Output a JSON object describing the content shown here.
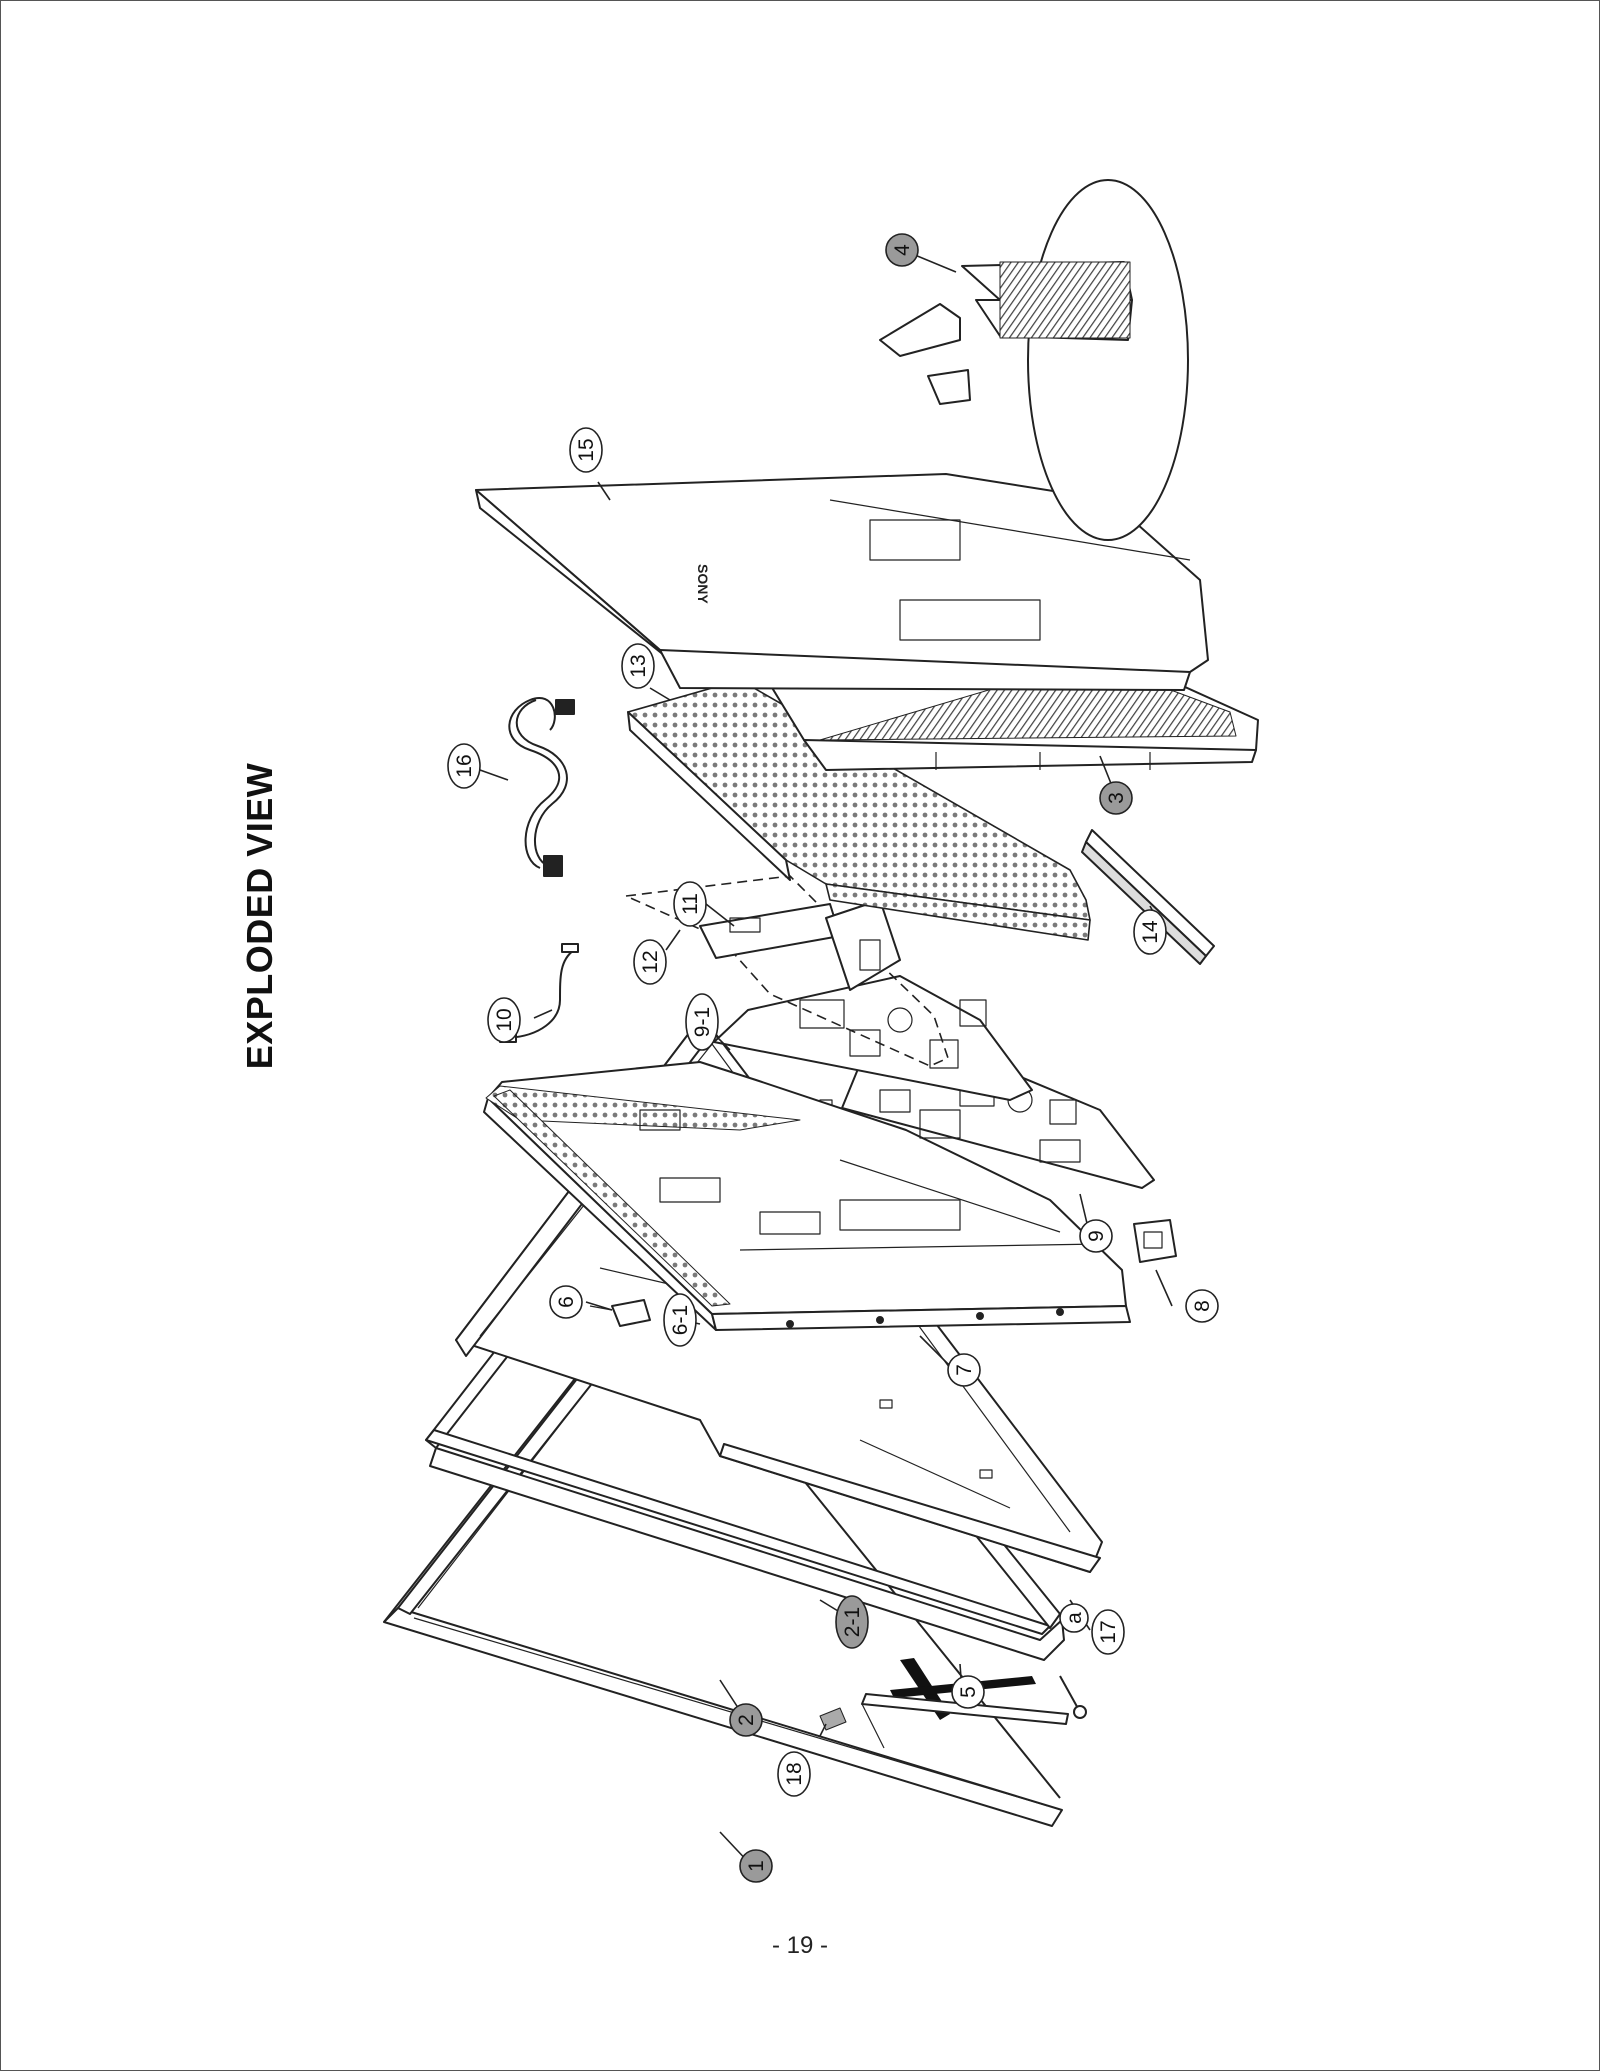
{
  "page": {
    "title": "EXPLODED VIEW",
    "page_number": "- 19 -"
  },
  "callouts": [
    {
      "label": "1",
      "shaded": true
    },
    {
      "label": "2",
      "shaded": true
    },
    {
      "label": "2-1",
      "shaded": true
    },
    {
      "label": "3",
      "shaded": true
    },
    {
      "label": "4",
      "shaded": true
    },
    {
      "label": "5",
      "shaded": false
    },
    {
      "label": "6",
      "shaded": false
    },
    {
      "label": "6-1",
      "shaded": false
    },
    {
      "label": "7",
      "shaded": false
    },
    {
      "label": "8",
      "shaded": false
    },
    {
      "label": "9",
      "shaded": false
    },
    {
      "label": "9-1",
      "shaded": false
    },
    {
      "label": "10",
      "shaded": false
    },
    {
      "label": "11",
      "shaded": false
    },
    {
      "label": "12",
      "shaded": false
    },
    {
      "label": "13",
      "shaded": false
    },
    {
      "label": "14",
      "shaded": false
    },
    {
      "label": "15",
      "shaded": false
    },
    {
      "label": "16",
      "shaded": false
    },
    {
      "label": "17",
      "shaded": false
    },
    {
      "label": "18",
      "shaded": false
    },
    {
      "label": "a",
      "shaded": false
    }
  ],
  "colors": {
    "line": "#222222",
    "shaded_callout": "#9a9a9a",
    "mesh": "#8a8a8a"
  }
}
